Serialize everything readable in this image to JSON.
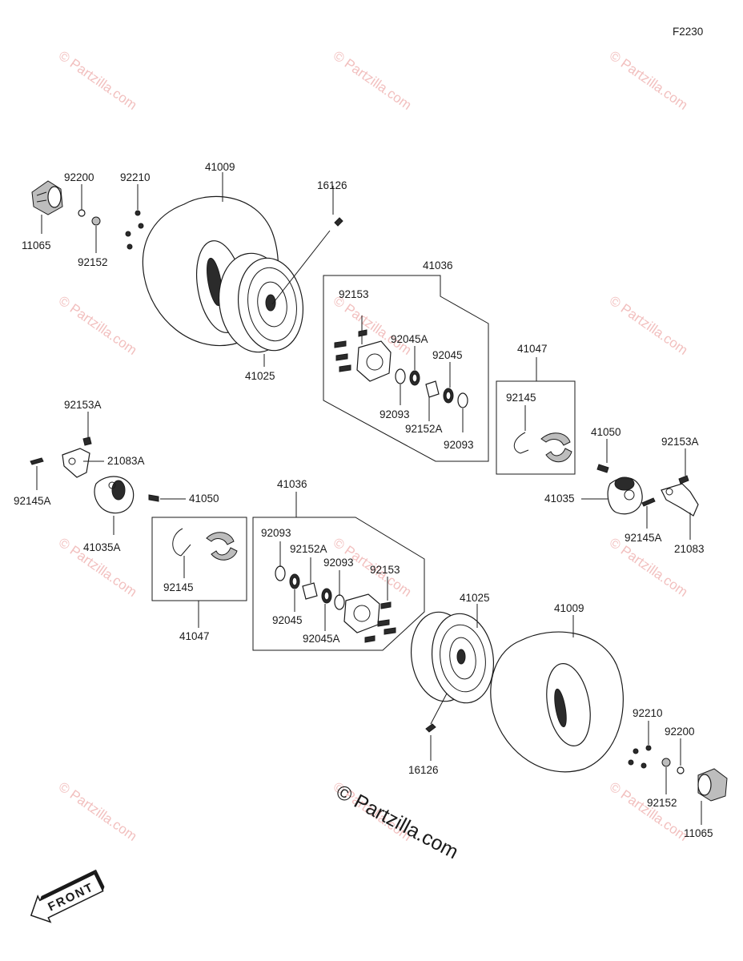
{
  "figure_code": "F2230",
  "watermark_text": "© Partzilla.com",
  "credit_text": "© Partzilla.com",
  "front_label": "FRONT",
  "labels": {
    "p11065_top": "11065",
    "p92200_top": "92200",
    "p92210_top": "92210",
    "p92152_top": "92152",
    "p41009_top": "41009",
    "p16126_top": "16126",
    "p41025_top": "41025",
    "p41036_top": "41036",
    "p92153_top": "92153",
    "p92045A_top": "92045A",
    "p92045_top": "92045",
    "p92093_top_a": "92093",
    "p92152A_top": "92152A",
    "p92093_top_b": "92093",
    "p41047_right": "41047",
    "p92145_right": "92145",
    "p41050_right": "41050",
    "p92153A_right": "92153A",
    "p41035_right": "41035",
    "p92145A_right": "92145A",
    "p21083_right": "21083",
    "p92153A_left": "92153A",
    "p21083A_left": "21083A",
    "p92145A_left": "92145A",
    "p41050_left": "41050",
    "p41035A_left": "41035A",
    "p41036_bottom": "41036",
    "p92093_bottom_a": "92093",
    "p92152A_bottom": "92152A",
    "p92093_bottom_b": "92093",
    "p92153_bottom": "92153",
    "p92045_bottom": "92045",
    "p92045A_bottom": "92045A",
    "p41047_left": "41047",
    "p92145_left": "92145",
    "p41025_bottom": "41025",
    "p41009_bottom": "41009",
    "p16126_bottom": "16126",
    "p92210_bottom": "92210",
    "p92200_bottom": "92200",
    "p92152_bottom": "92152",
    "p11065_bottom": "11065"
  }
}
